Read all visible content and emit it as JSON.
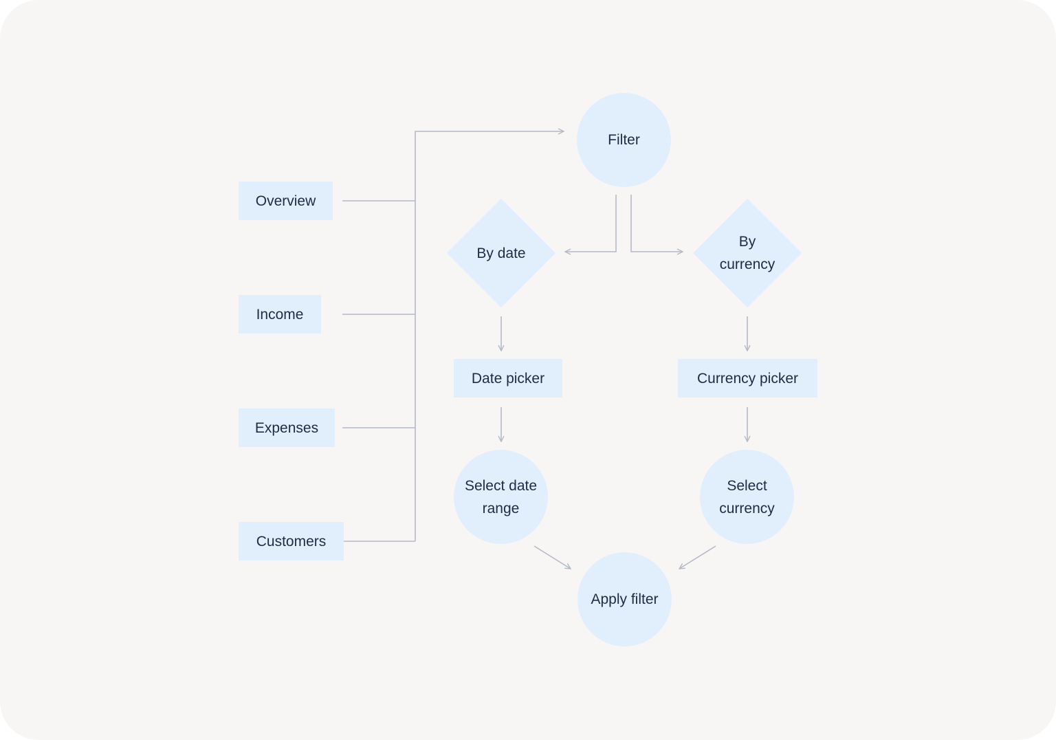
{
  "nodes": {
    "overview": "Overview",
    "income": "Income",
    "expenses": "Expenses",
    "customers": "Customers",
    "filter": "Filter",
    "by_date": "By date",
    "by_currency": [
      "By",
      "currency"
    ],
    "date_picker": "Date picker",
    "currency_picker": "Currency picker",
    "select_date_range": [
      "Select date",
      "range"
    ],
    "select_currency": [
      "Select",
      "currency"
    ],
    "apply_filter": "Apply filter"
  },
  "colors": {
    "background": "#f8f6f5",
    "node_fill": "#e1effd",
    "connector": "#b4b9c6",
    "text": "#1f2a44"
  }
}
